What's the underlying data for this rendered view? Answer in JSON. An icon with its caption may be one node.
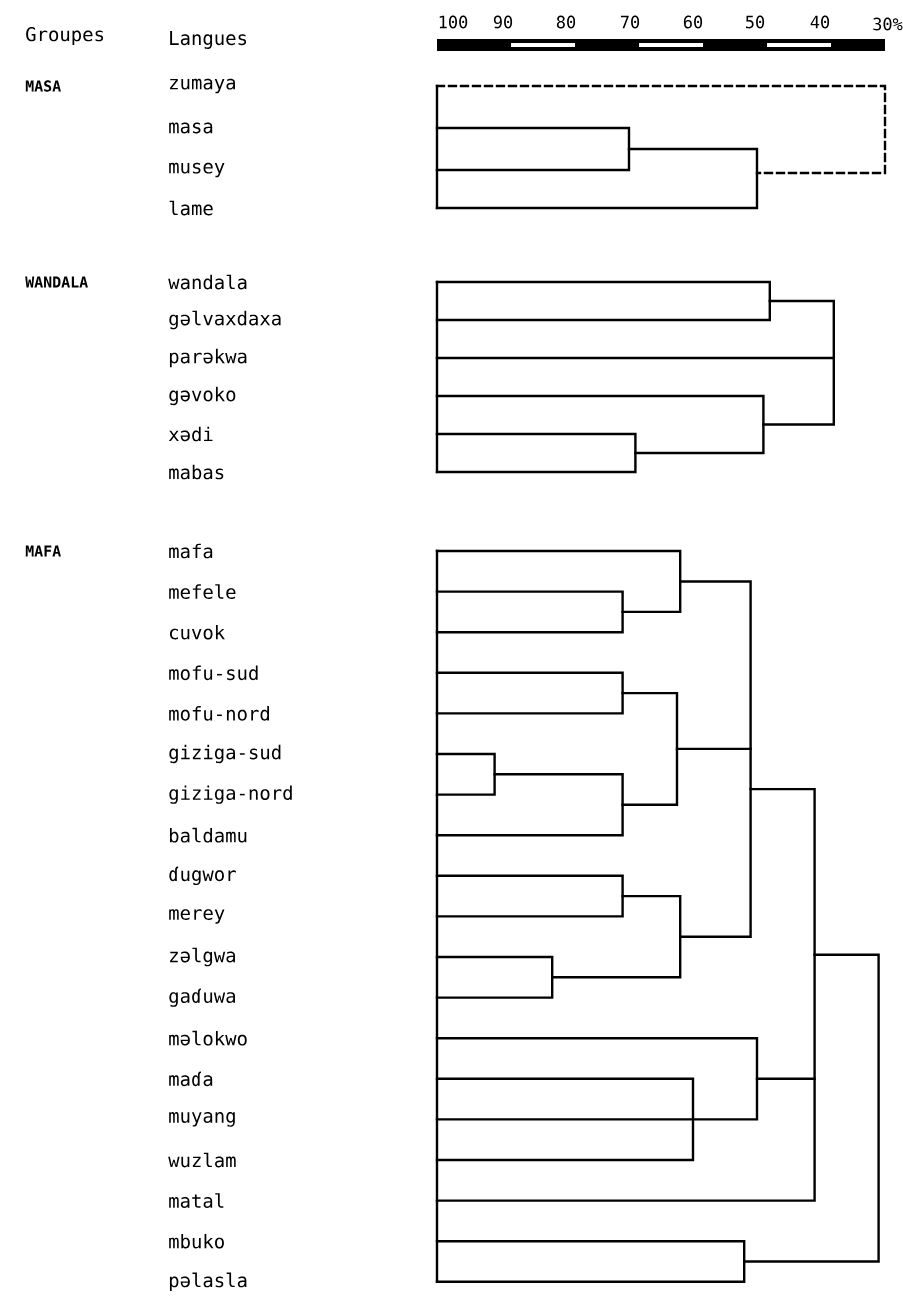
{
  "diagram": {
    "labels": [
      "Groupes",
      "Langues",
      "100",
      "90",
      "80",
      "70",
      "60",
      "50",
      "40",
      "30%",
      "MASA",
      "zumaya",
      "masa",
      "musey",
      "lame",
      "WANDALA",
      "wandala",
      "gəlvaxdaxa",
      "parəkwa",
      "gəvoko",
      "xədi",
      "mabas",
      "MAFA",
      "mafa",
      "mefele",
      "cuvok",
      "mofu-sud",
      "mofu-nord",
      "giziga-sud",
      "giziga-nord",
      "baldamu",
      "ɗugwor",
      "merey",
      "zəlgwa",
      "gaɗuwa",
      "məlokwo",
      "maɗa",
      "muyang",
      "wuzlam",
      "matal",
      "mbuko",
      "pəlasla"
    ]
  }
}
